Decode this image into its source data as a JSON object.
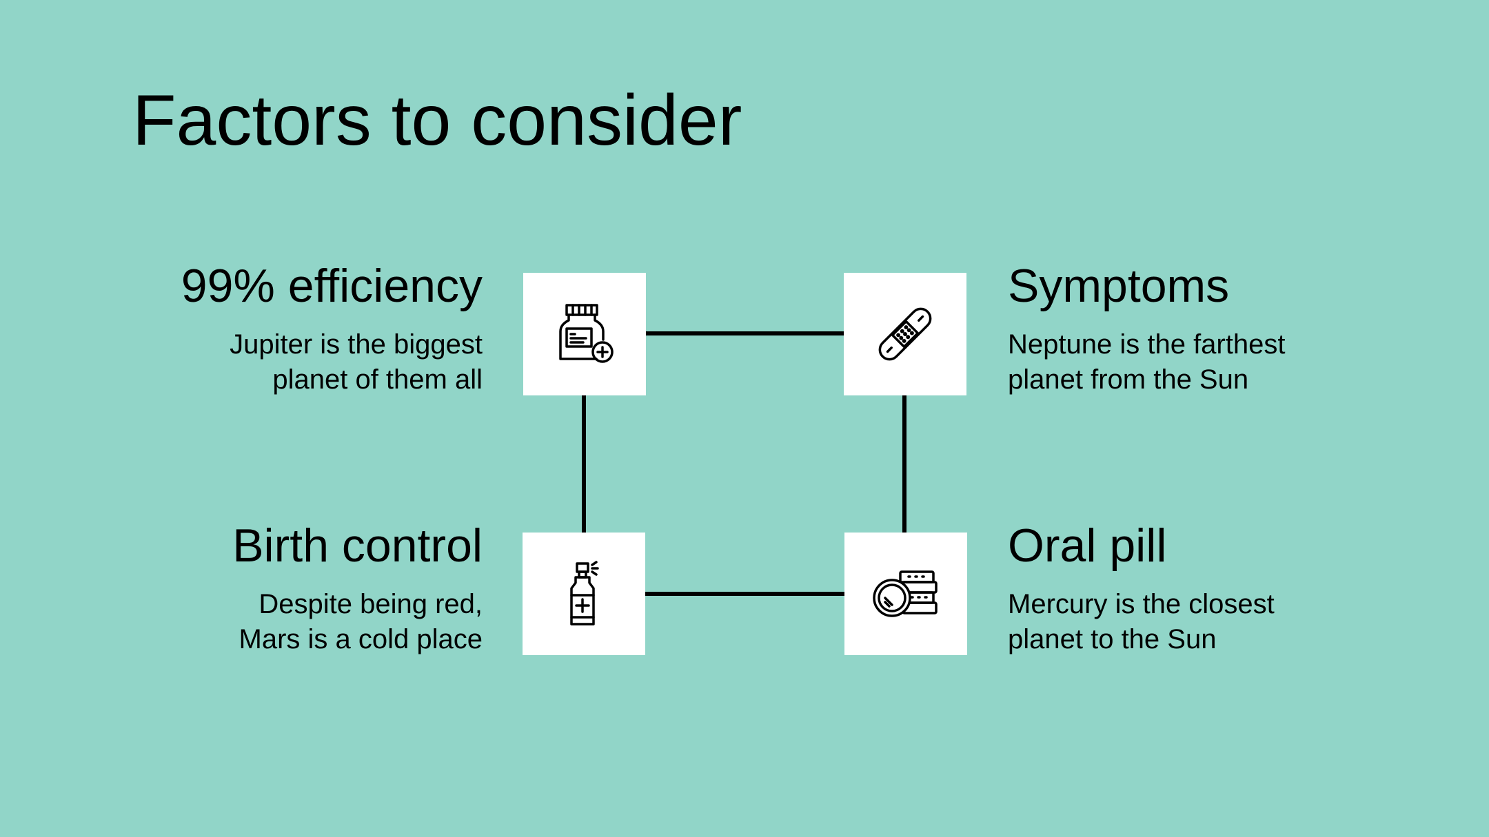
{
  "slide": {
    "title": "Factors to consider",
    "background_color": "#91d5c8",
    "box_color": "#ffffff",
    "line_color": "#000000"
  },
  "factors": [
    {
      "title": "99% efficiency",
      "description_line1": "Jupiter is the biggest",
      "description_line2": "planet of them all",
      "icon": "medicine-bottle-icon"
    },
    {
      "title": "Symptoms",
      "description_line1": "Neptune is the farthest",
      "description_line2": "planet from the Sun",
      "icon": "bandage-icon"
    },
    {
      "title": "Birth control",
      "description_line1": "Despite being red,",
      "description_line2": "Mars is a cold place",
      "icon": "spray-bottle-icon"
    },
    {
      "title": "Oral pill",
      "description_line1": "Mercury is the closest",
      "description_line2": "planet to the Sun",
      "icon": "pills-icon"
    }
  ]
}
